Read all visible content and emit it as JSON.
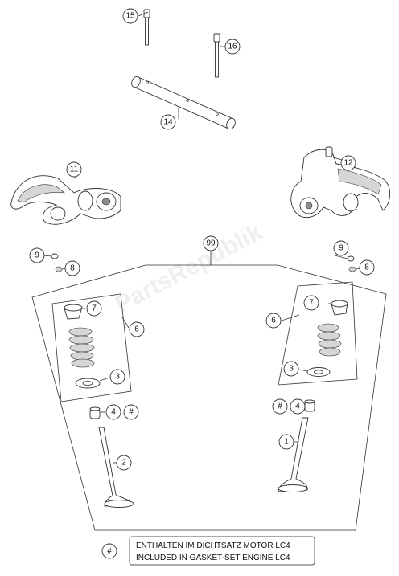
{
  "callouts": {
    "c15": "15",
    "c16": "16",
    "c14": "14",
    "c11": "11",
    "c12": "12",
    "c99": "99",
    "c9_left": "9",
    "c8_left": "8",
    "c9_right": "9",
    "c8_right": "8",
    "c7_left": "7",
    "c6_left": "6",
    "c3_left": "3",
    "c4_left": "4",
    "hash_left": "#",
    "c2": "2",
    "c7_right": "7",
    "c6_right": "6",
    "c3_right": "3",
    "c4_right": "4",
    "hash_right": "#",
    "c1": "1"
  },
  "legend": {
    "symbol": "#",
    "line1": "ENTHALTEN IM DICHTSATZ MOTOR LC4",
    "line2": "INCLUDED IN GASKET-SET ENGINE LC4"
  },
  "watermark": "PartsRepublik",
  "colors": {
    "line": "#333333",
    "part_fill": "#ffffff",
    "shade": "#d6d6d6"
  }
}
